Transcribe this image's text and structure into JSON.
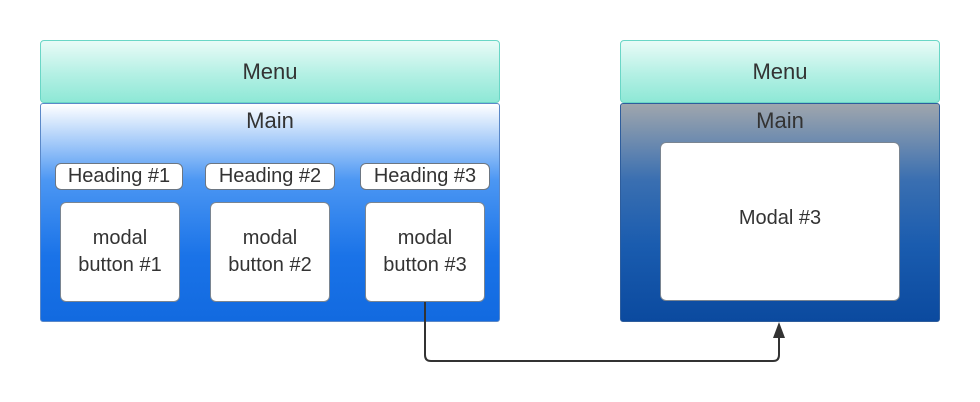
{
  "left_panel": {
    "menu_label": "Menu",
    "main_label": "Main",
    "columns": [
      {
        "heading": "Heading #1",
        "button_line1": "modal",
        "button_line2": "button #1"
      },
      {
        "heading": "Heading #2",
        "button_line1": "modal",
        "button_line2": "button #2"
      },
      {
        "heading": "Heading #3",
        "button_line1": "modal",
        "button_line2": "button #3"
      }
    ]
  },
  "right_panel": {
    "menu_label": "Menu",
    "main_label": "Main",
    "modal_label": "Modal #3"
  }
}
